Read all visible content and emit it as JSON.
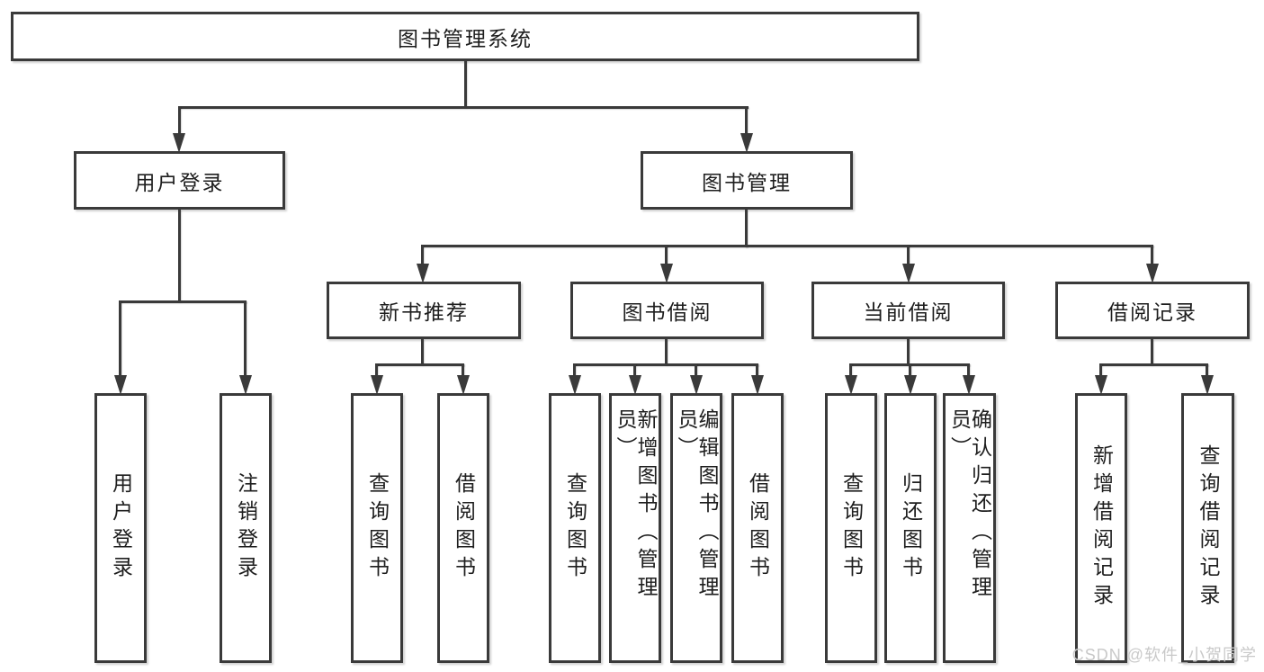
{
  "tree": {
    "root": {
      "label": "图书管理系统"
    },
    "branches": [
      {
        "label": "用户登录",
        "children": [
          {
            "label": "用户登录"
          },
          {
            "label": "注销登录"
          }
        ]
      },
      {
        "label": "图书管理",
        "children": [
          {
            "label": "新书推荐",
            "children": [
              {
                "label": "查询图书"
              },
              {
                "label": "借阅图书"
              }
            ]
          },
          {
            "label": "图书借阅",
            "children": [
              {
                "label": "查询图书"
              },
              {
                "label": "新增图书（管理员）"
              },
              {
                "label": "编辑图书（管理员）"
              },
              {
                "label": "借阅图书"
              }
            ]
          },
          {
            "label": "当前借阅",
            "children": [
              {
                "label": "查询图书"
              },
              {
                "label": "归还图书"
              },
              {
                "label": "确认归还（管理员）"
              }
            ]
          },
          {
            "label": "借阅记录",
            "children": [
              {
                "label": "新增借阅记录"
              },
              {
                "label": "查询借阅记录"
              }
            ]
          }
        ]
      }
    ]
  },
  "watermark": {
    "text": "CSDN @软件_小贺同学",
    "color": "#c9c9c9"
  },
  "colors": {
    "line": "#3a3a3a",
    "text": "#1e1e1e",
    "background": "#ffffff"
  }
}
